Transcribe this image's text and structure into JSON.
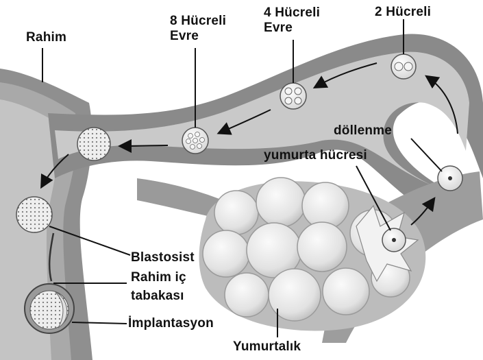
{
  "labels": {
    "rahim": "Rahim",
    "sekiz_hucreli_1": "8 Hücreli",
    "sekiz_hucreli_2": "Evre",
    "dort_hucreli_1": "4 Hücreli",
    "dort_hucreli_2": "Evre",
    "iki_hucreli": "2 Hücreli",
    "dollenme": "döllenme",
    "yumurta_hucresi": "yumurta hücresi",
    "blastosist": "Blastosist",
    "rahim_ic_1": "Rahim iç",
    "rahim_ic_2": "tabakası",
    "implantasyon": "İmplantasyon",
    "yumurtalik": "Yumurtalık"
  },
  "colors": {
    "tissue_outer": "#8a8a8a",
    "tissue_mid": "#a8a8a8",
    "tube_lumen": "#c9c9c9",
    "ovary": "#e6e6e6",
    "cell_fill": "#eeeeee",
    "label_text": "#111111"
  }
}
